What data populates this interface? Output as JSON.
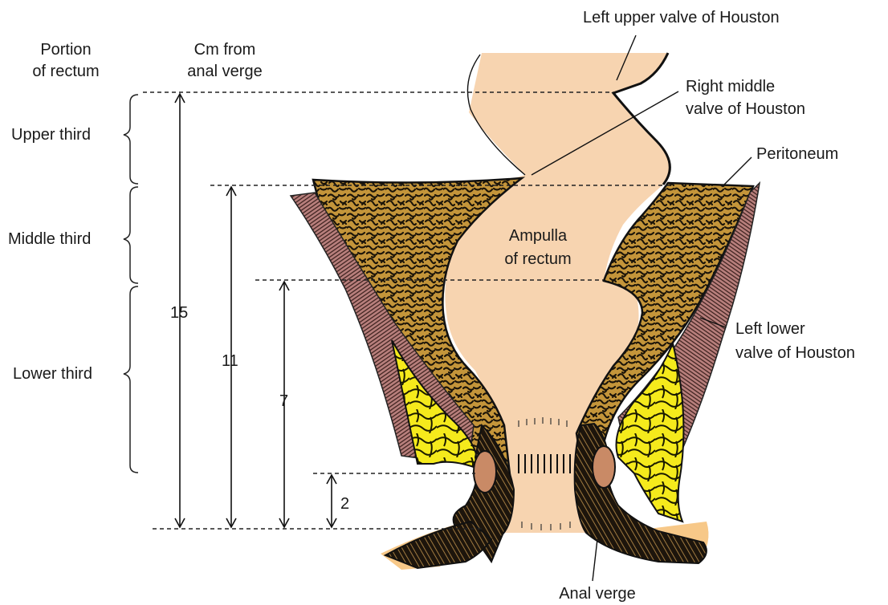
{
  "column_headers": {
    "portion": [
      "Portion",
      "of rectum"
    ],
    "cm": [
      "Cm from",
      "anal verge"
    ]
  },
  "portions": {
    "upper": "Upper third",
    "middle": "Middle third",
    "lower": "Lower third"
  },
  "distances": {
    "d15": "15",
    "d11": "11",
    "d7": "7",
    "d2": "2"
  },
  "labels": {
    "left_upper_valve": "Left upper valve of Houston",
    "right_middle_valve": [
      "Right middle",
      "valve of Houston"
    ],
    "peritoneum": "Peritoneum",
    "ampulla": [
      "Ampulla",
      "of rectum"
    ],
    "left_lower_valve": [
      "Left lower",
      "valve of Houston"
    ],
    "anal_verge": "Anal verge"
  },
  "colors": {
    "lumen": "#f7d4b0",
    "wall_tissue": "#c89a3e",
    "muscle": "#b07a78",
    "fat": "#f4e81a",
    "sphincter": "#c98a66",
    "outline": "#111111"
  }
}
